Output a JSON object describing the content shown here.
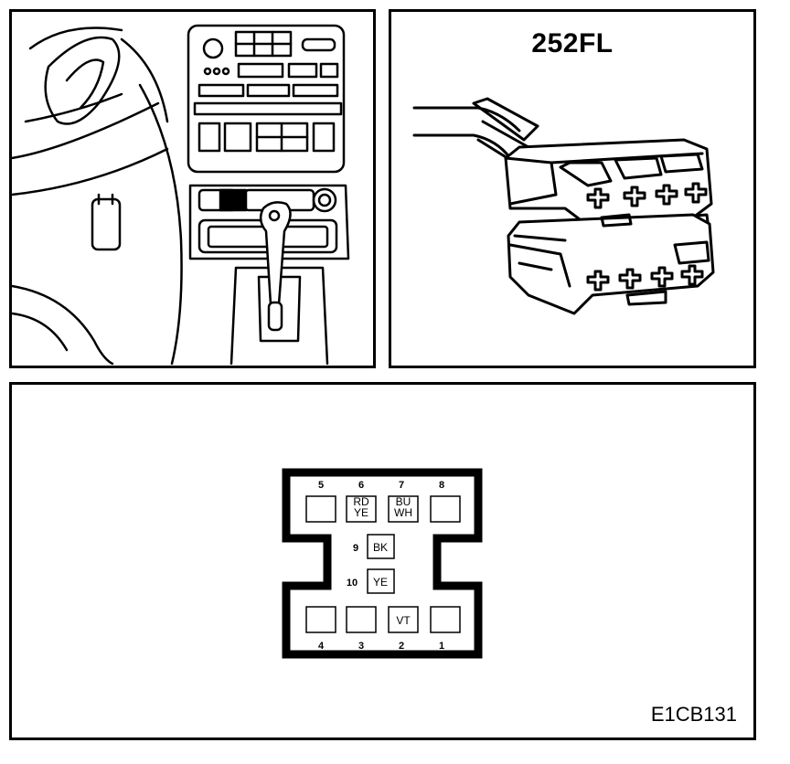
{
  "connector": {
    "title": "252FL"
  },
  "pinout": {
    "reference_code": "E1CB131",
    "pins": [
      {
        "number": "1",
        "wire": ""
      },
      {
        "number": "2",
        "wire": "VT"
      },
      {
        "number": "3",
        "wire": ""
      },
      {
        "number": "4",
        "wire": ""
      },
      {
        "number": "5",
        "wire": ""
      },
      {
        "number": "6",
        "wire": "RD YE"
      },
      {
        "number": "7",
        "wire": "BU WH"
      },
      {
        "number": "8",
        "wire": ""
      },
      {
        "number": "9",
        "wire": "BK"
      },
      {
        "number": "10",
        "wire": "YE"
      }
    ]
  }
}
